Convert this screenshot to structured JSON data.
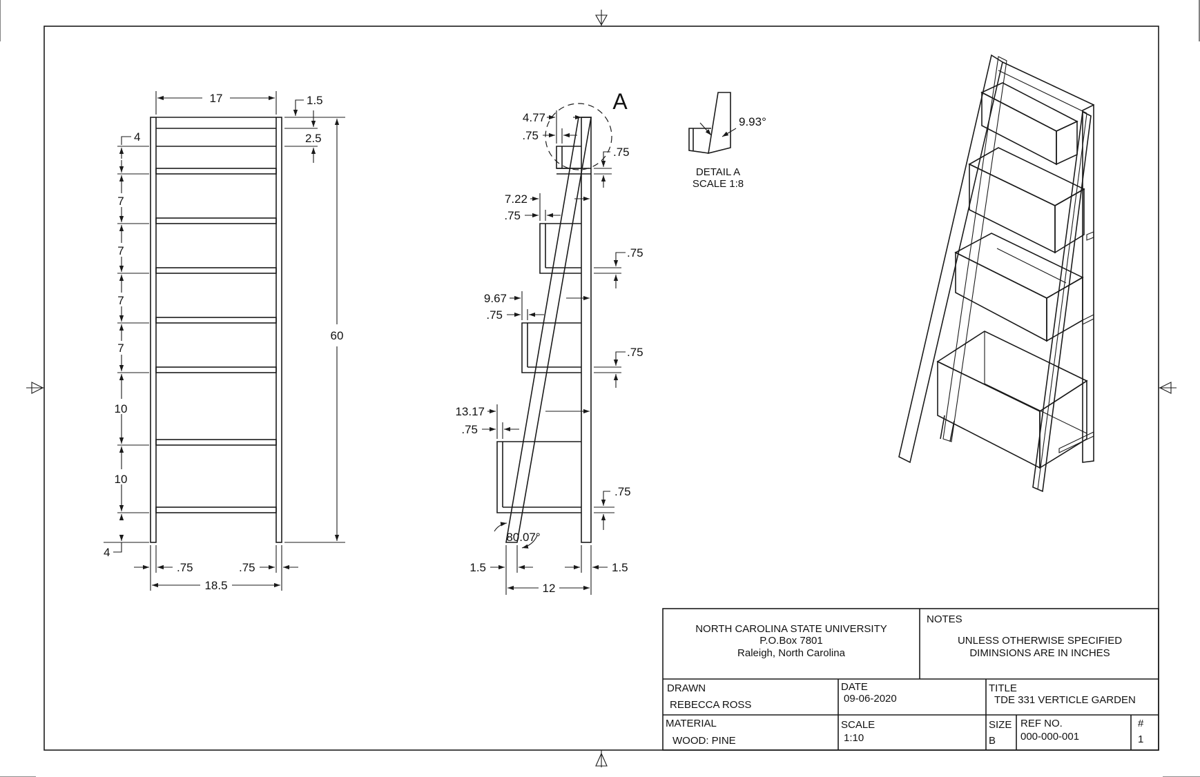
{
  "front_view": {
    "width_17": "17",
    "thick_1_5": "1.5",
    "gap_2_5": "2.5",
    "top_4": "4",
    "gap_a": "7",
    "gap_b": "7",
    "gap_c": "7",
    "gap_d": "7",
    "gap_e": "10",
    "gap_f": "10",
    "height_60": "60",
    "bottom_4": "4",
    "leg_left": ".75",
    "leg_right": ".75",
    "width_18_5": "18.5"
  },
  "side_view": {
    "detail_letter": "A",
    "d1": "4.77",
    "d1_t": ".75",
    "d1_h": ".75",
    "d2": "7.22",
    "d2_t": ".75",
    "d2_h": ".75",
    "d3": "9.67",
    "d3_t": ".75",
    "d3_h": ".75",
    "d4": "13.17",
    "d4_t": ".75",
    "d4_h": ".75",
    "angle": "80.07°",
    "foot_left": "1.5",
    "foot_right": "1.5",
    "depth_12": "12"
  },
  "detail_a": {
    "angle": "9.93°",
    "title": "DETAIL A",
    "scale": "SCALE 1:8"
  },
  "title_block": {
    "org_line1": "NORTH CAROLINA STATE UNIVERSITY",
    "org_line2": "P.O.Box 7801",
    "org_line3": "Raleigh, North Carolina",
    "notes_label": "NOTES",
    "notes_line1": "UNLESS OTHERWISE SPECIFIED",
    "notes_line2": "DIMINSIONS ARE IN INCHES",
    "drawn_label": "DRAWN",
    "drawn_value": "REBECCA ROSS",
    "date_label": "DATE",
    "date_value": "09-06-2020",
    "title_label": "TITLE",
    "title_value": "TDE 331 VERTICLE GARDEN",
    "material_label": "MATERIAL",
    "material_value": "WOOD: PINE",
    "scale_label": "SCALE",
    "scale_value": "1:10",
    "size_label": "SIZE",
    "size_value": "B",
    "ref_label": "REF NO.",
    "ref_value": "000-000-001",
    "sheet_label": "#",
    "sheet_value": "1"
  }
}
